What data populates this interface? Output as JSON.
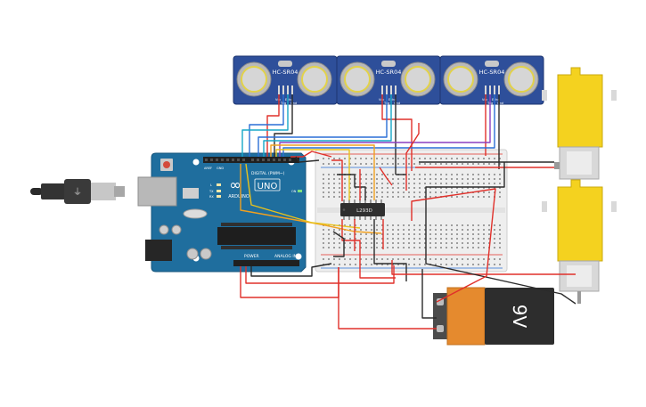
{
  "sensors": [
    {
      "label": "HC-SR04",
      "pins": [
        "Vcc",
        "Trig",
        "Echo",
        "Gnd"
      ]
    },
    {
      "label": "HC-SR04",
      "pins": [
        "Vcc",
        "Trig",
        "Echo",
        "Gnd"
      ]
    },
    {
      "label": "HC-SR04",
      "pins": [
        "Vcc",
        "Trig",
        "Echo",
        "Gnd"
      ]
    }
  ],
  "arduino": {
    "logo": "∞",
    "brand": "ARDUINO",
    "model": "UNO",
    "digital_label": "DIGITAL (PWM~)",
    "power_label": "POWER",
    "analog_label": "ANALOG IN",
    "tx_label": "TX",
    "rx_label": "RX",
    "l_label": "L",
    "on_label": "ON",
    "aref_label": "AREF",
    "gnd_label": "GND"
  },
  "driver_ic": {
    "label": "L293D"
  },
  "battery": {
    "label": "9V"
  },
  "motors": [
    {
      "name": "dc-motor-top"
    },
    {
      "name": "dc-motor-bottom"
    }
  ],
  "wire_colors": {
    "red": "#e0302a",
    "black": "#2b2b2b",
    "blue": "#2a6fd6",
    "cyan": "#18a8c8",
    "orange": "#f0a020",
    "purple": "#8a3fc0",
    "yellow": "#e8c21c"
  },
  "colors": {
    "arduino_board": "#1f6e9e",
    "sensor_board": "#2e4f9a",
    "breadboard": "#eeeeee",
    "motor_yellow": "#f4d21f",
    "battery_orange": "#e58a2e"
  }
}
